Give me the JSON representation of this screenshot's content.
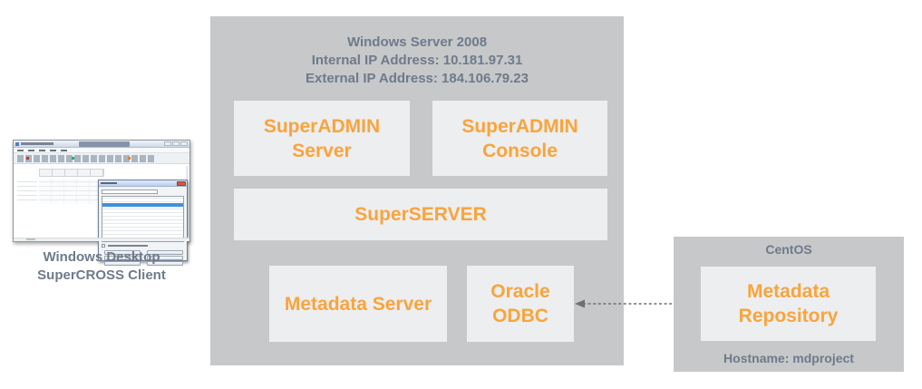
{
  "colors": {
    "server_bg": "#c7c8c9",
    "component_bg": "#edeeef",
    "accent_orange": "#f9a43c",
    "label_slate": "#6d7b8b",
    "arrow_gray": "#6f6f6f"
  },
  "client": {
    "caption": "Windows Desktop\nSuperCROSS Client"
  },
  "windows_server": {
    "title": "Windows Server 2008",
    "internal_ip": "Internal IP Address: 10.181.97.31",
    "external_ip": "External IP Address: 184.106.79.23",
    "components": {
      "superadmin_server": "SuperADMIN\nServer",
      "superadmin_console": "SuperADMIN\nConsole",
      "superserver": "SuperSERVER",
      "metadata_server": "Metadata Server",
      "oracle_odbc": "Oracle\nODBC"
    }
  },
  "centos": {
    "title": "CentOS",
    "component": "Metadata\nRepository",
    "hostname": "Hostname: mdproject"
  }
}
